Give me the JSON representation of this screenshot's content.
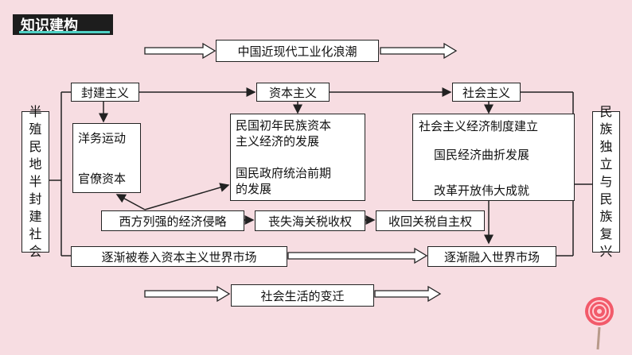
{
  "header": {
    "title": "知识建构"
  },
  "top_banner": "中国近现代工业化浪潮",
  "left_label": [
    "半",
    "殖",
    "民",
    "地",
    "半",
    "封",
    "建",
    "社",
    "会"
  ],
  "right_label": [
    "民",
    "族",
    "独",
    "立",
    "与",
    "民",
    "族",
    "复",
    "兴"
  ],
  "columns": {
    "feudalism": "封建主义",
    "capitalism": "资本主义",
    "socialism": "社会主义"
  },
  "feudal_items": {
    "first": "洋务运动",
    "second": "官僚资本"
  },
  "capital_items": {
    "first": [
      "民国初年民族资本",
      "主义经济的发展"
    ],
    "second": [
      "国民政府统治前期",
      "的发展"
    ]
  },
  "social_items": {
    "first": "社会主义经济制度建立",
    "second": "国民经济曲折发展",
    "third": "改革开放伟大成就"
  },
  "tariff_chain": {
    "first": "西方列强的经济侵略",
    "second": "丧失海关税收权",
    "third": "收回关税自主权"
  },
  "world_market": {
    "left": "逐渐被卷入资本主义世界市场",
    "right": "逐渐融入世界市场"
  },
  "bottom_banner": "社会生活的变迁",
  "colors": {
    "background": "#f7dde2",
    "title_bg": "#1d1d1d",
    "title_underline": "#4fd1c5"
  }
}
